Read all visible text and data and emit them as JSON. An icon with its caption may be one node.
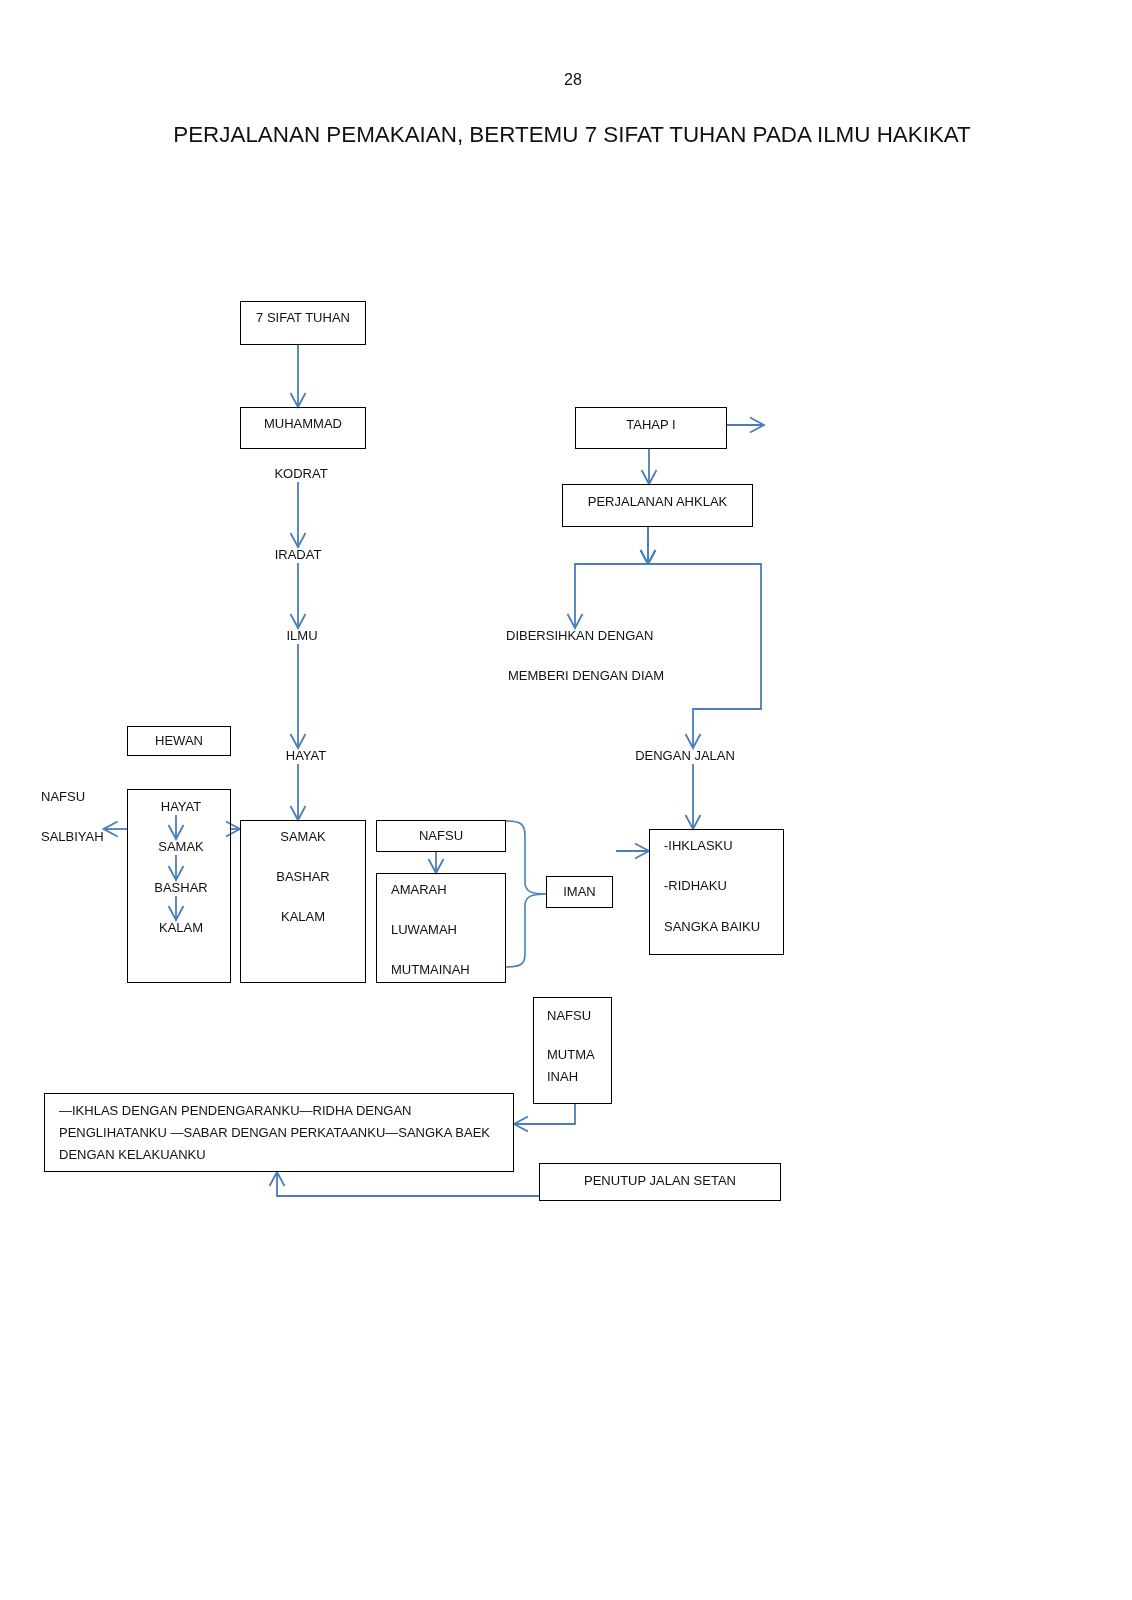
{
  "diagram": {
    "title": "PERJALANAN PEMAKAIAN, BERTEMU 7 SIFAT TUHAN PADA ILMU HAKIKAT",
    "nodes": [
      {
        "text": [
          "7 SIFAT TUHAN"
        ]
      },
      {
        "text": [
          "MUHAMMAD"
        ]
      },
      {
        "text": [
          "TAHAP I"
        ]
      },
      {
        "text": [
          "KODRAT"
        ]
      },
      {
        "text": [
          "PERJALANAN AHKLAK"
        ]
      },
      {
        "text": [
          "IRADAT"
        ]
      },
      {
        "text": [
          "ILMU"
        ]
      },
      {
        "text": [
          "DIBERSIHKAN DENGAN",
          "MEMBERI DENGAN DIAM"
        ]
      },
      {
        "text": [
          "HEWAN"
        ]
      },
      {
        "text": [
          "HAYAT"
        ]
      },
      {
        "text": [
          "DENGAN JALAN"
        ]
      },
      {
        "text": [
          "NAFSU SALBIYAH"
        ]
      },
      {
        "text": [],
        "shape": "box"
      },
      {
        "text": [
          "HAYAT"
        ],
        "in": 12
      },
      {
        "text": [
          "SAMAK"
        ],
        "in": 12
      },
      {
        "text": [
          "BASHAR"
        ],
        "in": 12
      },
      {
        "text": [
          "KALAM"
        ],
        "in": 12
      },
      {
        "text": [
          "SAMAK",
          "BASHAR",
          "KALAM"
        ]
      },
      {
        "text": [
          "NAFSU"
        ]
      },
      {
        "text": [
          "-IHKLASKU",
          "-RIDHAKU",
          "SANGKA BAIKU"
        ]
      },
      {
        "text": [
          "AMARAH",
          "LUWAMAH",
          "MUTMAINAH"
        ]
      },
      {
        "text": [
          "IMAN"
        ]
      },
      {
        "text": [
          "NAFSU",
          "MUTMA INAH"
        ]
      },
      {
        "text": [
          "—IKHLAS DENGAN PENDENGARANKU—RIDHA DENGAN PENGLIHATANKU —SABAR DENGAN PERKATAANKU—SANGKA BAEK DENGAN KELAKUANKU"
        ]
      },
      {
        "text": [
          "PENUTUP JALAN SETAN"
        ]
      }
    ],
    "edges": [
      {
        "from": 0,
        "to": 1,
        "arrow": "to"
      },
      {
        "from": 2,
        "to": null,
        "arrow": "to"
      },
      {
        "from": 2,
        "to": 4,
        "arrow": "to"
      },
      {
        "from": 3,
        "to": 5,
        "arrow": "to"
      },
      {
        "from": 5,
        "to": 6,
        "arrow": "to"
      },
      {
        "from": 4,
        "to": 7,
        "arrow": "to"
      },
      {
        "from": 4,
        "to": 10,
        "arrow": "to"
      },
      {
        "from": 6,
        "to": 9,
        "arrow": "to"
      },
      {
        "from": 9,
        "to": 17,
        "arrow": "to"
      },
      {
        "from": 10,
        "to": 19,
        "arrow": "to"
      },
      {
        "from": 12,
        "to": 11,
        "arrow": "to"
      },
      {
        "from": 12,
        "to": 17,
        "arrow": "to"
      },
      {
        "from": 13,
        "to": 14,
        "arrow": "to"
      },
      {
        "from": 14,
        "to": 15,
        "arrow": "to"
      },
      {
        "from": 15,
        "to": 16,
        "arrow": "to"
      },
      {
        "from": 18,
        "to": 20,
        "arrow": "to"
      },
      {
        "from": null,
        "to": 19,
        "arrow": "to"
      },
      {
        "from": 22,
        "to": 23,
        "arrow": "to"
      },
      {
        "from": 24,
        "to": 23,
        "arrow": "to"
      }
    ],
    "labels": [
      "28"
    ]
  }
}
